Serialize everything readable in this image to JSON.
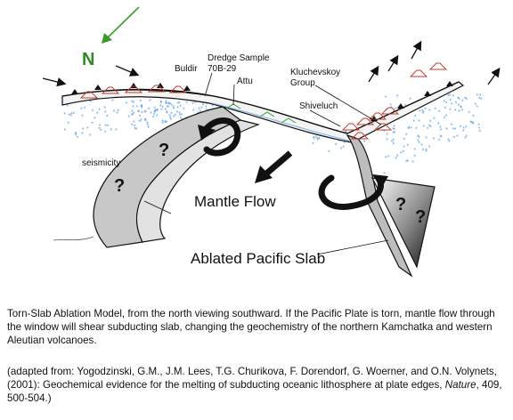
{
  "diagram": {
    "north_label": "N",
    "labels": {
      "buldir": "Buldir",
      "dredge_line1": "Dredge Sample",
      "dredge_line2": "70B-29",
      "attu": "Attu",
      "kluchevskoy_line1": "Kluchevskoy",
      "kluchevskoy_line2": "Group",
      "shiveluch": "Shiveluch",
      "seismicity": "seismicity",
      "mantle_flow": "Mantle Flow",
      "ablated_slab": "Ablated Pacific Slab",
      "question": "?"
    },
    "colors": {
      "north_arrow": "#3a9a2a",
      "north_letter": "#2e8b22",
      "seismicity": "#5aa0e0",
      "volcano": "#c0392b",
      "green_volcano": "#3aa03a",
      "slab_fill": "#c8c8c8"
    }
  },
  "caption": {
    "main": "Torn-Slab Ablation Model, from the north viewing southward.  If the Pacific Plate is torn, mantle flow through the window will shear subducting slab, changing the geochemistry of the  northern Kamchatka and western Aleutian volcanoes.",
    "ref_prefix": "(adapted from:  Yogodzinski, G.M., J.M. Lees, T.G. Churikova, F. Dorendorf, G. Woerner, and O.N. Volynets, (2001): Geochemical evidence for the melting of subducting oceanic lithosphere at plate edges, ",
    "ref_journal": "Nature",
    "ref_suffix": ", 409, 500-504.)"
  }
}
